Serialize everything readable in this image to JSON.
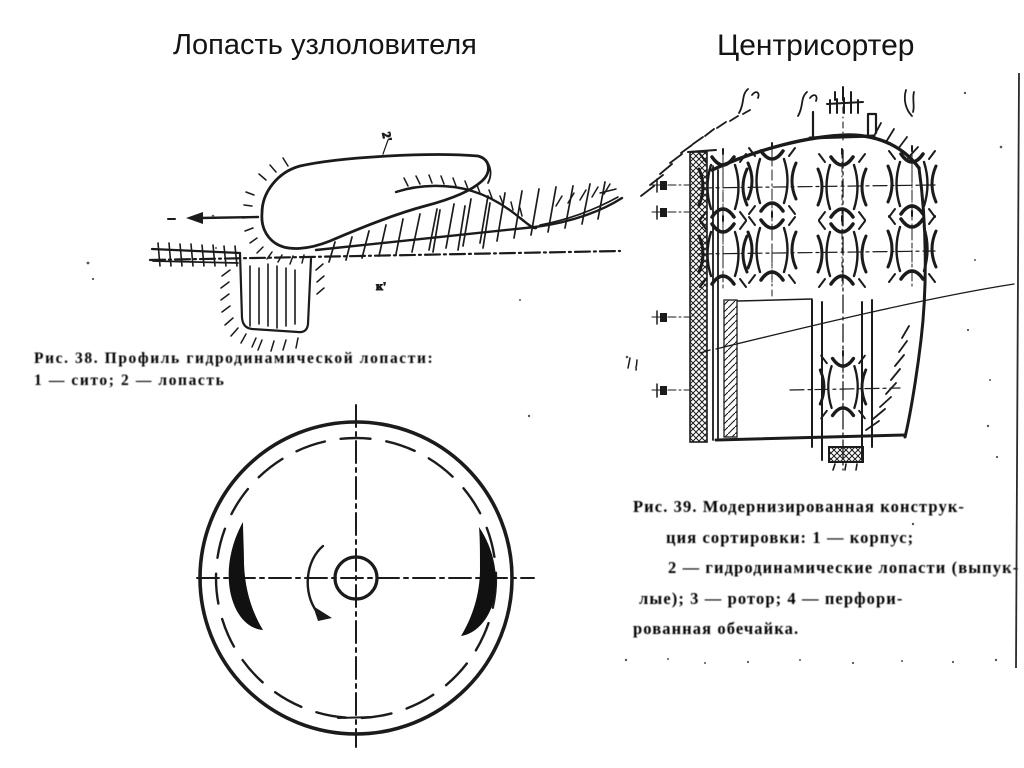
{
  "page": {
    "background": "#ffffff",
    "ink": "#1b1b1b"
  },
  "left_figure": {
    "title": "Лопасть узлоловителя",
    "blade_tip_label": "2'",
    "wake_label": "к'",
    "caption": {
      "line1": "Рис. 38. Профиль гидродинамической лопасти:",
      "line2": "1 — сито; 2 — лопасть"
    }
  },
  "right_figure": {
    "title": "Центрисортер",
    "caption_lines": [
      "Рис. 39. Модернизированная конструк-",
      "ция сортировки: 1 — корпус;",
      "2 — гидродинамические лопасти (выпук-",
      "лые); 3 — ротор; 4 — перфори-",
      "рованная обечайка."
    ]
  }
}
